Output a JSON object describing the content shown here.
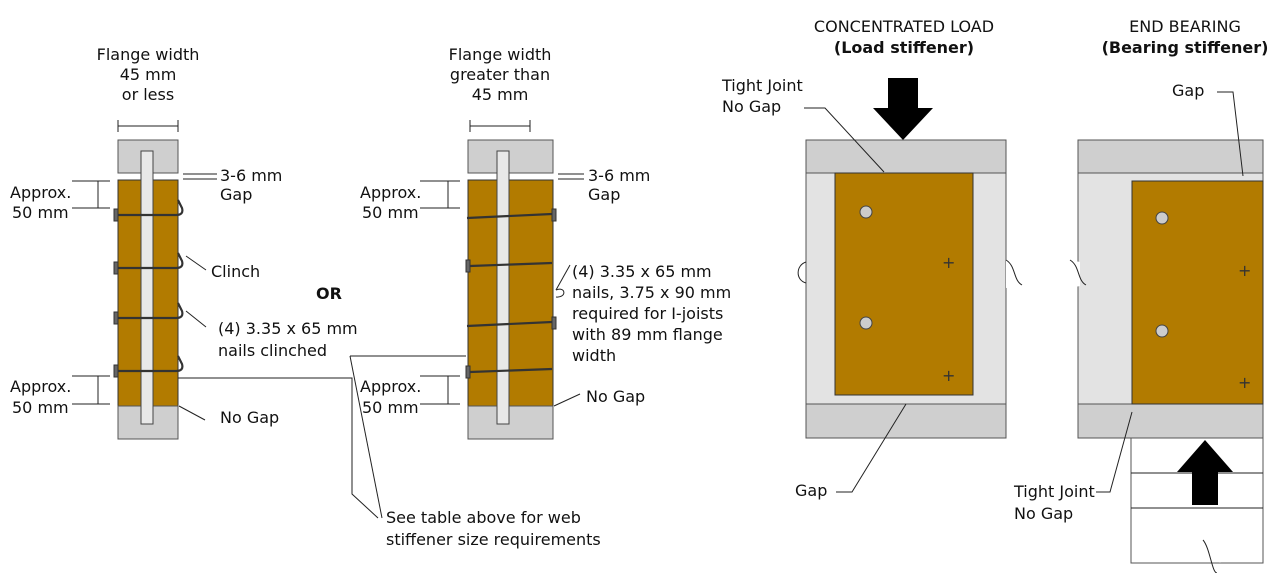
{
  "left_detail": {
    "flange_label": [
      "Flange width",
      "45 mm",
      "or less"
    ],
    "gap_label": [
      "3-6 mm",
      "Gap"
    ],
    "approx_top": [
      "Approx.",
      "50 mm"
    ],
    "approx_bottom": [
      "Approx.",
      "50 mm"
    ],
    "clinch_label": "Clinch",
    "nails_label": [
      "(4) 3.35 x 65 mm",
      "nails clinched"
    ],
    "no_gap_label": "No Gap"
  },
  "or_label": "OR",
  "middle_detail": {
    "flange_label": [
      "Flange width",
      "greater than",
      "45 mm"
    ],
    "gap_label": [
      "3-6 mm",
      "Gap"
    ],
    "approx_top": [
      "Approx.",
      "50 mm"
    ],
    "approx_bottom": [
      "Approx.",
      "50 mm"
    ],
    "nails_label": [
      "(4) 3.35 x 65 mm",
      "nails, 3.75 x 90 mm",
      "required for I-joists",
      "with 89 mm flange",
      "width"
    ],
    "no_gap_label": "No Gap"
  },
  "see_table_label": [
    "See table above for web",
    "stiffener size requirements"
  ],
  "concentrated_load": {
    "title": "CONCENTRATED LOAD",
    "subtitle": "(Load stiffener)",
    "tight_joint_label": [
      "Tight Joint",
      "No Gap"
    ],
    "gap_label": "Gap"
  },
  "end_bearing": {
    "title": "END BEARING",
    "subtitle": "(Bearing stiffener)",
    "gap_label": "Gap",
    "tight_joint_label": [
      "Tight Joint",
      "No Gap"
    ]
  },
  "colors": {
    "wood": "#b27b00",
    "flange_gray": "#cfcfcf",
    "web_gray": "#e3e3e3",
    "arrow": "#000000"
  }
}
